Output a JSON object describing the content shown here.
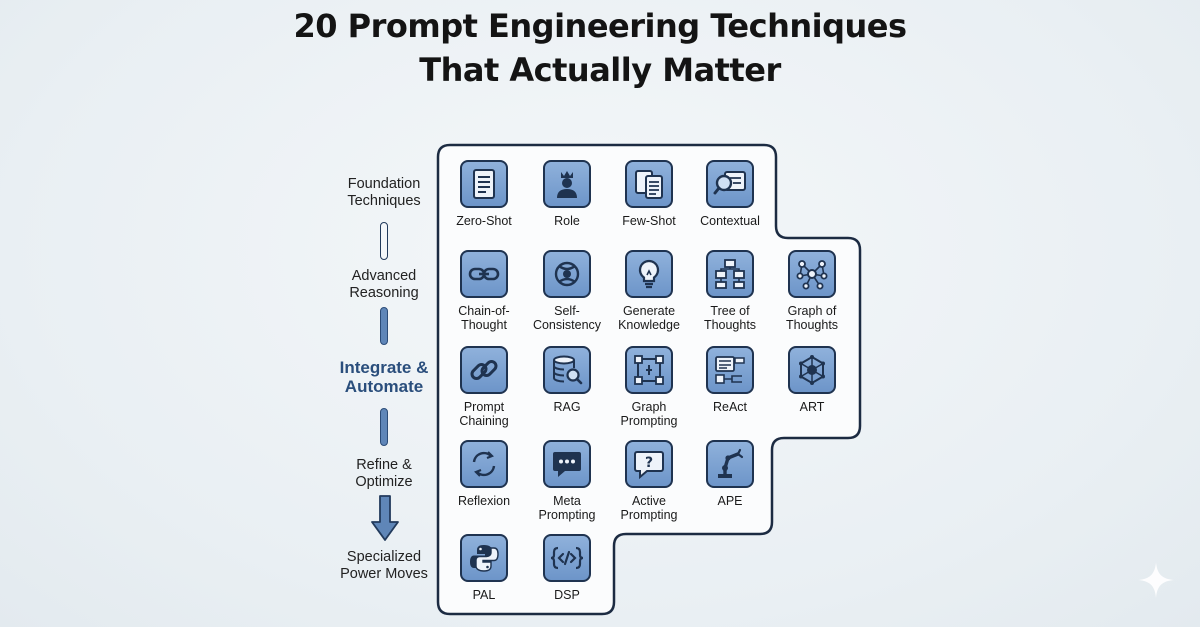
{
  "title": {
    "line1": "20 Prompt Engineering Techniques",
    "line2": "That Actually Matter"
  },
  "stages": [
    {
      "line1": "Foundation",
      "line2": "Techniques"
    },
    {
      "line1": "Advanced",
      "line2": "Reasoning"
    },
    {
      "line1": "Integrate &",
      "line2": "Automate"
    },
    {
      "line1": "Refine &",
      "line2": "Optimize"
    },
    {
      "line1": "Specialized",
      "line2": "Power Moves"
    }
  ],
  "rows": [
    {
      "tiles": [
        {
          "line1": "Zero-Shot",
          "line2": "",
          "icon": "document-icon"
        },
        {
          "line1": "Role",
          "line2": "",
          "icon": "person-crown-icon"
        },
        {
          "line1": "Few-Shot",
          "line2": "",
          "icon": "documents-icon"
        },
        {
          "line1": "Contextual",
          "line2": "",
          "icon": "magnifier-document-icon"
        }
      ]
    },
    {
      "tiles": [
        {
          "line1": "Chain-of-",
          "line2": "Thought",
          "icon": "chain-link-icon"
        },
        {
          "line1": "Self-",
          "line2": "Consistency",
          "icon": "cycle-loop-icon"
        },
        {
          "line1": "Generate",
          "line2": "Knowledge",
          "icon": "lightbulb-icon"
        },
        {
          "line1": "Tree of",
          "line2": "Thoughts",
          "icon": "tree-hierarchy-icon"
        },
        {
          "line1": "Graph of",
          "line2": "Thoughts",
          "icon": "network-graph-icon"
        }
      ]
    },
    {
      "tiles": [
        {
          "line1": "Prompt",
          "line2": "Chaining",
          "icon": "link-icon"
        },
        {
          "line1": "RAG",
          "line2": "",
          "icon": "database-search-icon"
        },
        {
          "line1": "Graph",
          "line2": "Prompting",
          "icon": "graph-nodes-icon"
        },
        {
          "line1": "ReAct",
          "line2": "",
          "icon": "checklist-flow-icon"
        },
        {
          "line1": "ART",
          "line2": "",
          "icon": "hub-network-icon"
        }
      ]
    },
    {
      "tiles": [
        {
          "line1": "Reflexion",
          "line2": "",
          "icon": "refresh-arrows-icon"
        },
        {
          "line1": "Meta",
          "line2": "Prompting",
          "icon": "chat-bubble-icon"
        },
        {
          "line1": "Active",
          "line2": "Prompting",
          "icon": "question-bubble-icon"
        },
        {
          "line1": "APE",
          "line2": "",
          "icon": "robot-arm-icon"
        }
      ]
    },
    {
      "tiles": [
        {
          "line1": "PAL",
          "line2": "",
          "icon": "python-logo-icon"
        },
        {
          "line1": "DSP",
          "line2": "",
          "icon": "code-brackets-icon"
        }
      ]
    }
  ],
  "colors": {
    "icon_fill": "#7aa0d0",
    "icon_stroke": "#1f3350",
    "panel_stroke": "#1c2b42",
    "highlight_text": "#2a4e7c"
  }
}
